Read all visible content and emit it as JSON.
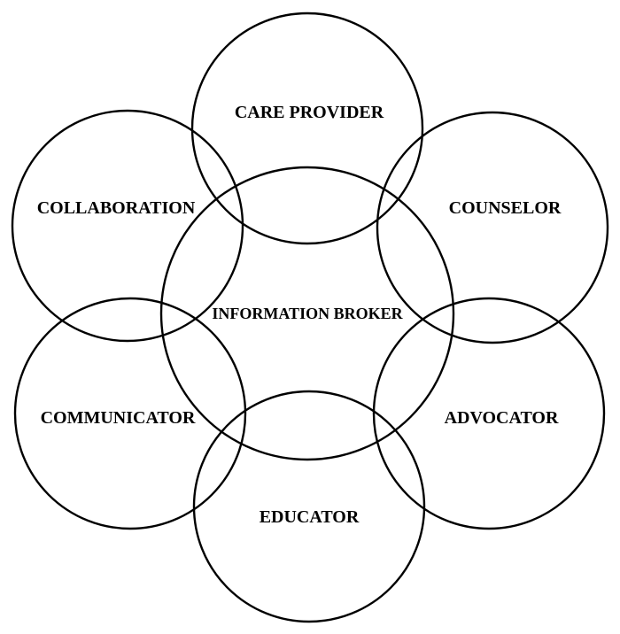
{
  "diagram": {
    "center": {
      "label": "INFORMATION BROKER"
    },
    "roles": [
      {
        "id": "care-provider",
        "label": "CARE PROVIDER"
      },
      {
        "id": "counselor",
        "label": "COUNSELOR"
      },
      {
        "id": "advocator",
        "label": "ADVOCATOR"
      },
      {
        "id": "educator",
        "label": "EDUCATOR"
      },
      {
        "id": "communicator",
        "label": "COMMUNICATOR"
      },
      {
        "id": "collaboration",
        "label": "COLLABORATION"
      }
    ],
    "stroke_color": "#000000",
    "background_color": "#ffffff"
  }
}
